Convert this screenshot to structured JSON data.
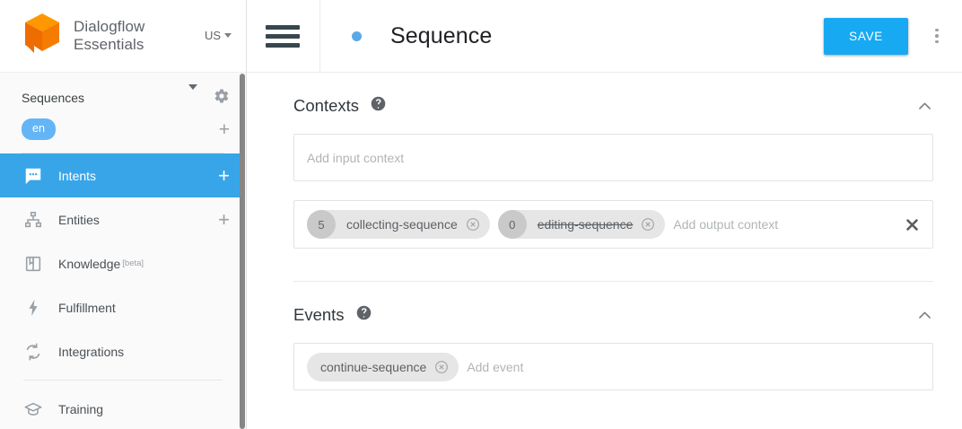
{
  "sidebar": {
    "brand": {
      "line1": "Dialogflow",
      "line2": "Essentials",
      "logo_icon": "dialogflow-cube-logo",
      "region": "US"
    },
    "agent": {
      "name": "Sequences",
      "dropdown_icon": "caret-down-icon",
      "settings_icon": "gear-icon"
    },
    "language": {
      "code": "en",
      "add_icon": "plus-icon"
    },
    "items": [
      {
        "label": "Intents",
        "icon": "chat-bubble-icon",
        "active": true,
        "plus": "+"
      },
      {
        "label": "Entities",
        "icon": "hierarchy-icon",
        "active": false,
        "plus": "+"
      },
      {
        "label": "Knowledge",
        "badge": "[beta]",
        "icon": "book-icon",
        "active": false
      },
      {
        "label": "Fulfillment",
        "icon": "lightning-bolt-icon",
        "active": false
      },
      {
        "label": "Integrations",
        "icon": "sync-arrows-icon",
        "active": false
      },
      {
        "label": "Training",
        "icon": "graduation-cap-icon",
        "active": false
      }
    ]
  },
  "topbar": {
    "menu_icon": "hamburger-menu-icon",
    "status_icon": "status-dot-icon",
    "title": "Sequence",
    "save_label": "SAVE",
    "more_icon": "kebab-menu-icon"
  },
  "contexts": {
    "title": "Contexts",
    "help_icon": "help-circle-icon",
    "collapse_icon": "chevron-up-icon",
    "input_placeholder": "Add input context",
    "output_placeholder": "Add output context",
    "clear_icon": "close-x-icon",
    "output_chips": [
      {
        "lifespan": "5",
        "label": "collecting-sequence",
        "struck": false,
        "remove_icon": "remove-circle-icon"
      },
      {
        "lifespan": "0",
        "label": "editing-sequence",
        "struck": true,
        "remove_icon": "remove-circle-icon"
      }
    ]
  },
  "events": {
    "title": "Events",
    "help_icon": "help-circle-icon",
    "collapse_icon": "chevron-up-icon",
    "placeholder": "Add event",
    "chips": [
      {
        "label": "continue-sequence",
        "remove_icon": "remove-circle-icon"
      }
    ]
  },
  "colors": {
    "accent_blue": "#38a5e9",
    "save_blue": "#18a9f3",
    "lang_chip_blue": "#64b5f6",
    "logo_orange": "#ef6c00",
    "logo_orange_light": "#ff9800"
  }
}
